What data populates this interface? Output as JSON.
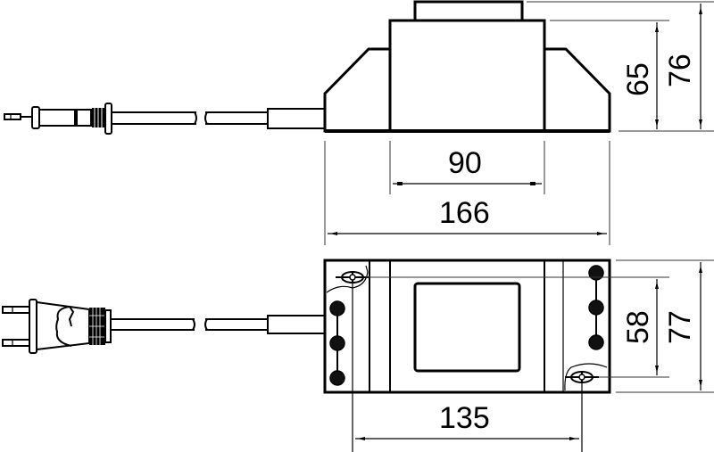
{
  "drawing": {
    "title": "Transformer housing dimension drawing",
    "units": "mm",
    "views": {
      "side": {
        "dimensions": {
          "inner_width": "90",
          "overall_width": "166",
          "body_height": "65",
          "overall_height": "76"
        }
      },
      "top": {
        "dimensions": {
          "mounting_spacing": "135",
          "inner_depth": "58",
          "overall_depth": "77"
        }
      }
    },
    "components": {
      "cable": "power-cable",
      "plug_side": "euro-plug-side-view",
      "plug_top": "euro-plug-top-view",
      "mounting_slots": 2,
      "terminal_holes_left": 3,
      "terminal_holes_right": 3
    }
  }
}
